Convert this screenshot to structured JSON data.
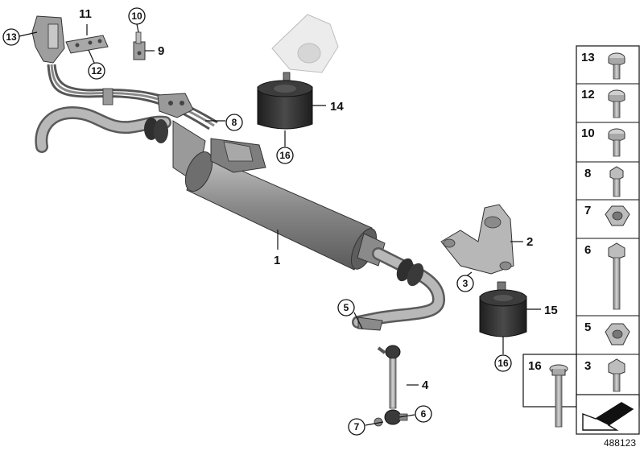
{
  "diagram_number": "488123",
  "callouts": {
    "c1": "1",
    "c2": "2",
    "c3": "3",
    "c4": "4",
    "c5": "5",
    "c6": "6",
    "c7": "7",
    "c8": "8",
    "c9": "9",
    "c10": "10",
    "c11": "11",
    "c12": "12",
    "c13": "13",
    "c14": "14",
    "c15": "15",
    "c16a": "16",
    "c16b": "16"
  },
  "parts_panel": {
    "p13": "13",
    "p12": "12",
    "p10": "10",
    "p8": "8",
    "p7": "7",
    "p6": "6",
    "p5": "5",
    "p3": "3",
    "p16": "16"
  },
  "colors": {
    "actuator": "#8e8e8e",
    "bar": "#a9a9a9",
    "rubber": "#2f2f2f",
    "ghost": "#e8e8e8",
    "stroke": "#111111"
  }
}
